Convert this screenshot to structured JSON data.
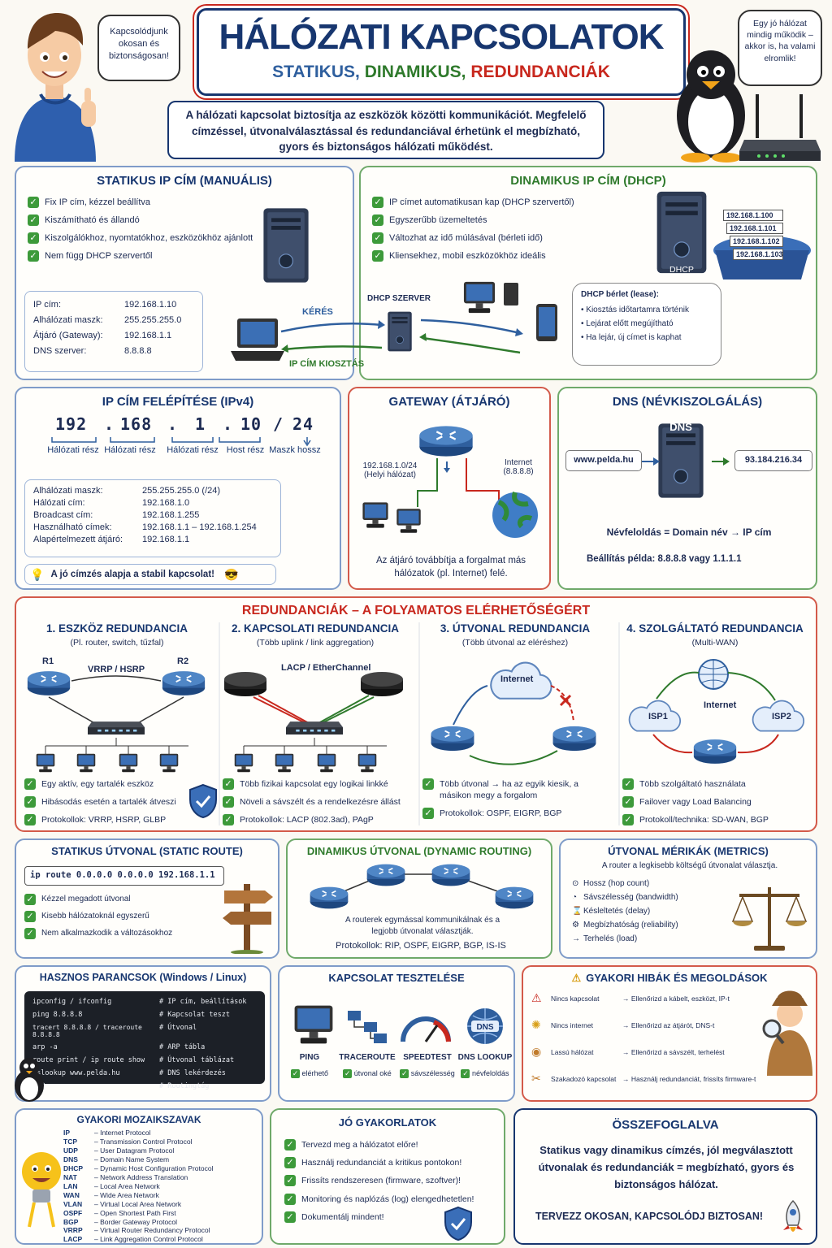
{
  "header": {
    "title": "HÁLÓZATI KAPCSOLATOK",
    "subtitle_a": "STATIKUS,",
    "subtitle_b": "DINAMIKUS,",
    "subtitle_c": "REDUNDANCIÁK",
    "intro": "A hálózati kapcsolat biztosítja az eszközök közötti kommunikációt. Megfelelő címzéssel, útvonalválasztással és redundanciával érhetünk el megbízható, gyors és biztonságos hálózati működést.",
    "bubble_left": "Kapcsolódjunk okosan és biztonságosan!",
    "bubble_right": "Egy jó hálózat mindig működik – akkor is, ha valami elromlik!"
  },
  "static": {
    "title": "STATIKUS IP CÍM (MANUÁLIS)",
    "items": [
      "Fix IP cím, kézzel beállítva",
      "Kiszámítható és állandó",
      "Kiszolgálókhoz, nyomtatókhoz, eszközökhöz ajánlott",
      "Nem függ DHCP szervertől"
    ],
    "rows": [
      [
        "IP cím:",
        "192.168.1.10"
      ],
      [
        "Alhálózati maszk:",
        "255.255.255.0"
      ],
      [
        "Átjáró (Gateway):",
        "192.168.1.1"
      ],
      [
        "DNS szerver:",
        "8.8.8.8"
      ]
    ]
  },
  "dhcp": {
    "title": "DINAMIKUS IP CÍM (DHCP)",
    "items": [
      "IP címet automatikusan kap (DHCP szervertől)",
      "Egyszerűbb üzemeltetés",
      "Változhat az idő múlásával (bérleti idő)",
      "Kliensekhez, mobil eszközökhöz ideális"
    ],
    "server_label": "DHCP SZERVER",
    "request": "KÉRÉS",
    "assign": "IP CÍM KIOSZTÁS",
    "dhcp_tag": "DHCP",
    "ips": [
      "192.168.1.100",
      "192.168.1.101",
      "192.168.1.102",
      "192.168.1.103"
    ],
    "lease_title": "DHCP bérlet (lease):",
    "lease": [
      "Kiosztás időtartamra történik",
      "Lejárat előtt megújítható",
      "Ha lejár, új címet is kaphat"
    ]
  },
  "ipv4": {
    "title": "IP CÍM FELÉPÍTÉSE (IPv4)",
    "octets": [
      "192",
      ".",
      "168",
      ".",
      "1",
      ".",
      "10",
      "/",
      "24"
    ],
    "parts": [
      "Hálózati rész",
      "Hálózati rész",
      "Hálózati rész",
      "Host rész",
      "Maszk hossz"
    ],
    "rows": [
      [
        "Alhálózati maszk:",
        "255.255.255.0 (/24)"
      ],
      [
        "Hálózati cím:",
        "192.168.1.0"
      ],
      [
        "Broadcast cím:",
        "192.168.1.255"
      ],
      [
        "Használható címek:",
        "192.168.1.1 – 192.168.1.254"
      ],
      [
        "Alapértelmezett átjáró:",
        "192.168.1.1"
      ]
    ],
    "tip": "A jó címzés alapja a stabil kapcsolat!"
  },
  "gateway": {
    "title": "GATEWAY (ÁTJÁRÓ)",
    "local": "192.168.1.0/24 (Helyi hálózat)",
    "internet": "Internet (8.8.8.8)",
    "desc": "Az átjáró továbbítja a forgalmat más hálózatok (pl. Internet) felé."
  },
  "dns": {
    "title": "DNS (NÉVKISZOLGÁLÁS)",
    "domain": "www.pelda.hu",
    "ip": "93.184.216.34",
    "tag": "DNS",
    "resolve": "Névfeloldás = Domain név → IP cím",
    "example": "Beállítás példa:  8.8.8.8  vagy  1.1.1.1"
  },
  "redundancy": {
    "title": "REDUNDANCIÁK – A FOLYAMATOS ELÉRHETŐSÉGÉRT",
    "cols": [
      {
        "title": "1. ESZKÖZ REDUNDANCIA",
        "sub": "(Pl. router, switch, tűzfal)",
        "items": [
          "Egy aktív, egy tartalék eszköz",
          "Hibásodás esetén a tartalék átveszi",
          "Protokollok: VRRP, HSRP, GLBP"
        ]
      },
      {
        "title": "2. KAPCSOLATI REDUNDANCIA",
        "sub": "(Több uplink / link aggregation)",
        "items": [
          "Több fizikai kapcsolat egy logikai linkké",
          "Növeli a sávszélt és a rendelkezésre állást",
          "Protokollok: LACP (802.3ad), PAgP"
        ]
      },
      {
        "title": "3. ÚTVONAL REDUNDANCIA",
        "sub": "(Több útvonal az eléréshez)",
        "items": [
          "Több útvonal → ha az egyik kiesik, a másikon megy a forgalom",
          "Protokollok: OSPF, EIGRP, BGP"
        ]
      },
      {
        "title": "4. SZOLGÁLTATÓ REDUNDANCIA",
        "sub": "(Multi-WAN)",
        "items": [
          "Több szolgáltató használata",
          "Failover vagy Load Balancing",
          "Protokoll/technika:  SD-WAN, BGP"
        ]
      }
    ],
    "r1": "R1",
    "r2": "R2",
    "vrrp": "VRRP / HSRP",
    "lacp": "LACP / EtherChannel",
    "internet": "Internet",
    "isp1": "ISP1",
    "isp2": "ISP2"
  },
  "static_route": {
    "title": "STATIKUS ÚTVONAL (STATIC ROUTE)",
    "cmd": "ip route 0.0.0.0 0.0.0.0 192.168.1.1",
    "items": [
      "Kézzel megadott útvonal",
      "Kisebb hálózatoknál egyszerű",
      "Nem alkalmazkodik a változásokhoz"
    ]
  },
  "dyn_route": {
    "title": "DINAMIKUS ÚTVONAL (DYNAMIC ROUTING)",
    "desc": "A routerek egymással kommunikálnak és a legjobb útvonalat választják.",
    "protocols": "Protokollok:  RIP, OSPF, EIGRP, BGP, IS-IS"
  },
  "metrics": {
    "title": "ÚTVONAL MÉRIKÁK (METRICS)",
    "desc": "A router a legkisebb költségű útvonalat választja.",
    "items": [
      "Hossz (hop count)",
      "Sávszélesség (bandwidth)",
      "Késleltetés (delay)",
      "Megbízhatóság (reliability)",
      "Terhelés (load)"
    ]
  },
  "commands": {
    "title": "HASZNOS PARANCSOK (Windows / Linux)",
    "rows": [
      [
        "ipconfig / ifconfig",
        "# IP cím, beállítások"
      ],
      [
        "ping 8.8.8.8",
        "# Kapcsolat teszt"
      ],
      [
        "tracert 8.8.8.8 / traceroute 8.8.8.8",
        "# Útvonal"
      ],
      [
        "arp -a",
        "# ARP tábla"
      ],
      [
        "route print / ip route show",
        "# Útvonal táblázat"
      ],
      [
        "nslookup www.pelda.hu",
        "# DNS lekérdezés"
      ],
      [
        "BGP",
        "# Routingtág"
      ]
    ]
  },
  "tests": {
    "title": "KAPCSOLAT TESZTELÉSE",
    "items": [
      [
        "PING",
        "elérhető"
      ],
      [
        "TRACEROUTE",
        "útvonal oké"
      ],
      [
        "SPEEDTEST",
        "sávszélesség"
      ],
      [
        "DNS LOOKUP",
        "névfeloldás"
      ]
    ],
    "dns_tag": "DNS"
  },
  "errors": {
    "title": "GYAKORI HIBÁK ÉS MEGOLDÁSOK",
    "rows": [
      [
        "Nincs kapcsolat",
        "→ Ellenőrizd a kábelt, eszközt, IP-t"
      ],
      [
        "Nincs internet",
        "→ Ellenőrizd az átjárót, DNS-t"
      ],
      [
        "Lassú hálózat",
        "→ Ellenőrizd a sávszélt, terhelést"
      ],
      [
        "Szakadozó kapcsolat",
        "→ Használj redundanciát, frissíts firmware-t"
      ]
    ]
  },
  "abbr": {
    "title": "GYAKORI MOZAIKSZAVAK",
    "rows": [
      [
        "IP",
        "– Internet Protocol"
      ],
      [
        "TCP",
        "– Transmission Control Protocol"
      ],
      [
        "UDP",
        "– User Datagram Protocol"
      ],
      [
        "DNS",
        "– Domain Name System"
      ],
      [
        "DHCP",
        "– Dynamic Host Configuration Protocol"
      ],
      [
        "NAT",
        "– Network Address Translation"
      ],
      [
        "LAN",
        "– Local Area Network"
      ],
      [
        "WAN",
        "– Wide Area Network"
      ],
      [
        "VLAN",
        "– Virtual Local Area Network"
      ],
      [
        "OSPF",
        "– Open Shortest Path First"
      ],
      [
        "BGP",
        "– Border Gateway Protocol"
      ],
      [
        "VRRP",
        "– Virtual Router Redundancy Protocol"
      ],
      [
        "LACP",
        "– Link Aggregation Control Protocol"
      ]
    ]
  },
  "practices": {
    "title": "JÓ GYAKORLATOK",
    "items": [
      "Tervezd meg a hálózatot előre!",
      "Használj redundanciát a kritikus pontokon!",
      "Frissíts rendszeresen (firmware, szoftver)!",
      "Monitoring és naplózás (log) elengedhetetlen!",
      "Dokumentálj mindent!"
    ]
  },
  "summary": {
    "title": "ÖSSZEFOGLALVA",
    "text": "Statikus vagy dinamikus címzés, jól megválasztott útvonalak és redundanciák = megbízható, gyors és biztonságos hálózat.",
    "slogan": "TERVEZZ OKOSAN, KAPCSOLÓDJ BIZTOSAN!"
  },
  "colors": {
    "navy": "#17366f",
    "green": "#2f7a2c",
    "red": "#c8281e",
    "blue": "#2f5f9e"
  }
}
